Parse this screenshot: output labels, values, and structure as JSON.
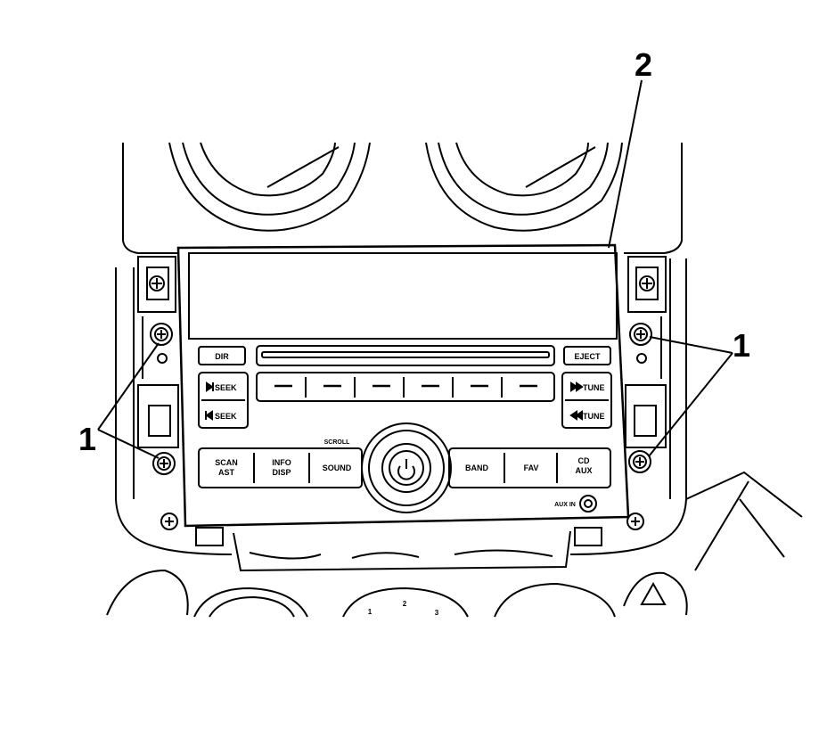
{
  "callouts": {
    "radio": "2",
    "screws": "1"
  },
  "radio": {
    "dir": "DIR",
    "eject": "EJECT",
    "seek_up": "SEEK",
    "seek_down": "SEEK",
    "tune_up": "TUNE",
    "tune_down": "TUNE",
    "scroll": "SCROLL",
    "scan_line1": "SCAN",
    "scan_line2": "AST",
    "info_line1": "INFO",
    "info_line2": "DISP",
    "sound": "SOUND",
    "band": "BAND",
    "fav": "FAV",
    "cd_line1": "CD",
    "cd_line2": "AUX",
    "aux_in": "AUX IN"
  },
  "hvac_fan_speeds": [
    "1",
    "2",
    "3"
  ]
}
